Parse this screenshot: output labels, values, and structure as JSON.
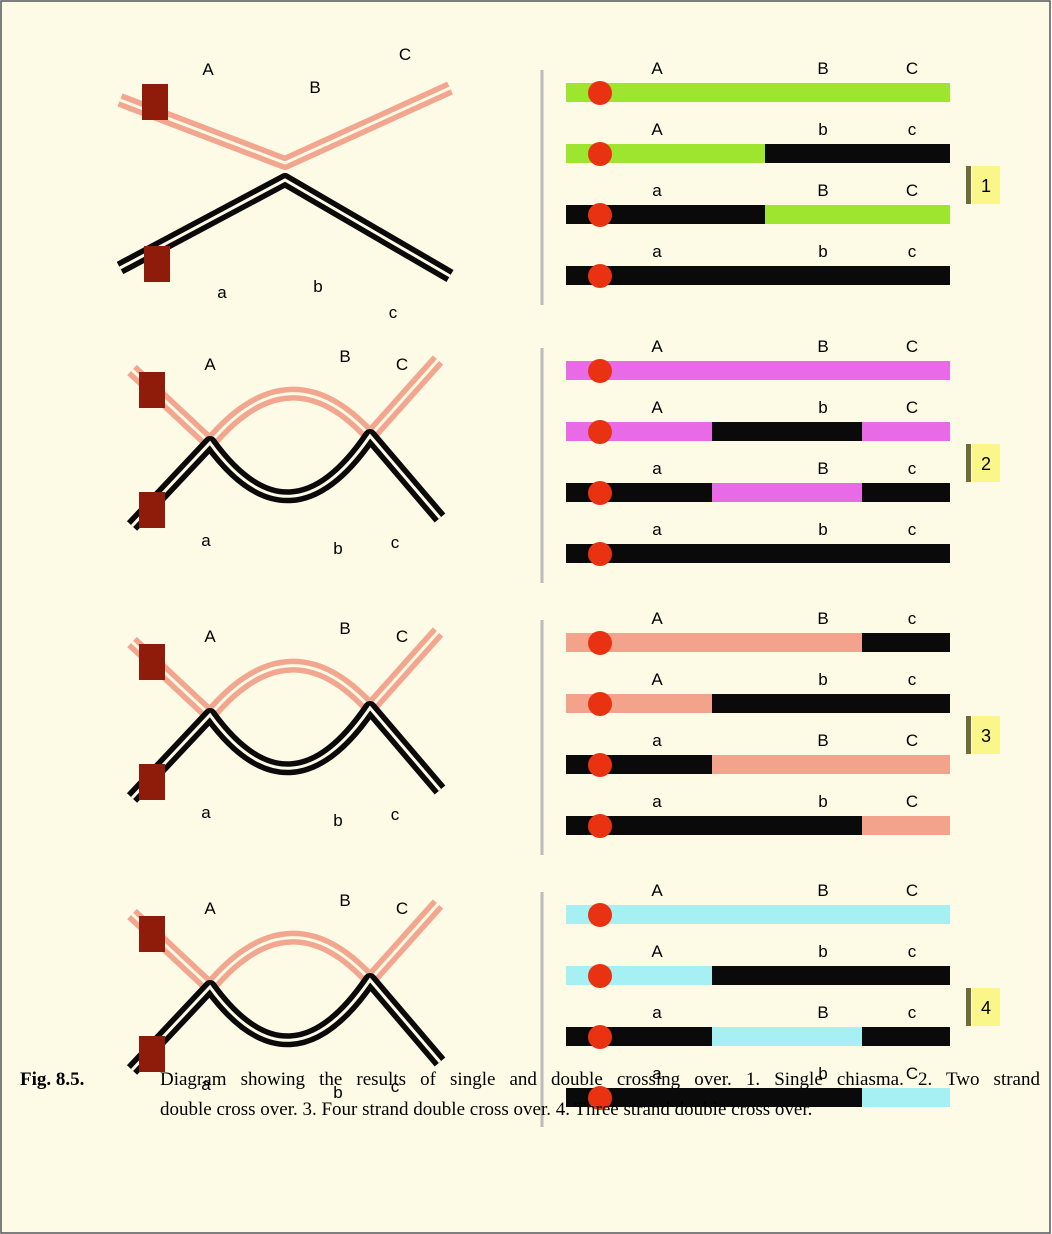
{
  "colors": {
    "background": "#fdfae5",
    "maternal_strand": "#f2a68f",
    "paternal_strand": "#0a0a0a",
    "centromere_pair": "#8f1c0b",
    "centromere_product": "#e83212",
    "badge_fill": "#fbf68a",
    "badge_edge": "#6d6d38",
    "products": [
      "#9ee52f",
      "#e86ae6",
      "#f3a28c",
      "#a6eff2"
    ]
  },
  "panels": [
    {
      "number": "1",
      "pair_labels": {
        "upper": [
          "A",
          "B",
          "C"
        ],
        "lower": [
          "a",
          "b",
          "c"
        ]
      },
      "products": [
        {
          "labels": [
            "A",
            "B",
            "C"
          ],
          "segments": [
            "c",
            "c",
            "c"
          ]
        },
        {
          "labels": [
            "A",
            "b",
            "c"
          ],
          "segments": [
            "c",
            "k",
            "k"
          ]
        },
        {
          "labels": [
            "a",
            "B",
            "C"
          ],
          "segments": [
            "k",
            "c",
            "c"
          ]
        },
        {
          "labels": [
            "a",
            "b",
            "c"
          ],
          "segments": [
            "k",
            "k",
            "k"
          ]
        }
      ]
    },
    {
      "number": "2",
      "pair_labels": {
        "upper": [
          "A",
          "B",
          "C"
        ],
        "lower": [
          "a",
          "b",
          "c"
        ]
      },
      "products": [
        {
          "labels": [
            "A",
            "B",
            "C"
          ],
          "segments": [
            "c",
            "c",
            "c"
          ]
        },
        {
          "labels": [
            "A",
            "b",
            "C"
          ],
          "segments": [
            "c",
            "k",
            "c"
          ]
        },
        {
          "labels": [
            "a",
            "B",
            "c"
          ],
          "segments": [
            "k",
            "c",
            "k"
          ]
        },
        {
          "labels": [
            "a",
            "b",
            "c"
          ],
          "segments": [
            "k",
            "k",
            "k"
          ]
        }
      ]
    },
    {
      "number": "3",
      "pair_labels": {
        "upper": [
          "A",
          "B",
          "C"
        ],
        "lower": [
          "a",
          "b",
          "c"
        ]
      },
      "products": [
        {
          "labels": [
            "A",
            "B",
            "c"
          ],
          "segments": [
            "c",
            "c",
            "k"
          ]
        },
        {
          "labels": [
            "A",
            "b",
            "c"
          ],
          "segments": [
            "c",
            "k",
            "k"
          ]
        },
        {
          "labels": [
            "a",
            "B",
            "C"
          ],
          "segments": [
            "k",
            "c",
            "c"
          ]
        },
        {
          "labels": [
            "a",
            "b",
            "C"
          ],
          "segments": [
            "k",
            "k",
            "c"
          ]
        }
      ]
    },
    {
      "number": "4",
      "pair_labels": {
        "upper": [
          "A",
          "B",
          "C"
        ],
        "lower": [
          "a",
          "b",
          "c"
        ]
      },
      "products": [
        {
          "labels": [
            "A",
            "B",
            "C"
          ],
          "segments": [
            "c",
            "c",
            "c"
          ]
        },
        {
          "labels": [
            "A",
            "b",
            "c"
          ],
          "segments": [
            "c",
            "k",
            "k"
          ]
        },
        {
          "labels": [
            "a",
            "B",
            "c"
          ],
          "segments": [
            "k",
            "c",
            "k"
          ]
        },
        {
          "labels": [
            "a",
            "b",
            "C"
          ],
          "segments": [
            "k",
            "k",
            "c"
          ]
        }
      ]
    }
  ],
  "caption": {
    "number": "Fig. 8.5.",
    "line1": "Diagram showing the results of single and double crossing over. 1. Single chiasma. 2. Two strand",
    "line2": "double cross over. 3. Four strand double cross over. 4. Three strand double cross over."
  }
}
